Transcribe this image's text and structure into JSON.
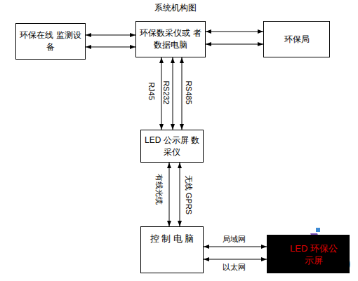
{
  "diagram": {
    "title": "系统机构图",
    "nodes": [
      {
        "text": [
          "环保在线 监测设备"
        ]
      },
      {
        "text": [
          "环保数采仪或 者数据电脑"
        ]
      },
      {
        "text": [
          "环保局"
        ]
      },
      {
        "text": [
          "LED 公示屏 数采仪"
        ]
      },
      {
        "text": [
          "控 制 电 脑"
        ]
      },
      {
        "text": [
          "LED 环保公示屏"
        ]
      }
    ],
    "edges": [
      {
        "from": 0,
        "to": 1,
        "arrow": "both"
      },
      {
        "from": 0,
        "to": 1,
        "arrow": "both"
      },
      {
        "from": 1,
        "to": 2,
        "arrow": "both"
      },
      {
        "from": 1,
        "to": 2,
        "arrow": "both"
      },
      {
        "from": 1,
        "to": 3,
        "label": "RJ45",
        "arrow": "both"
      },
      {
        "from": 1,
        "to": 3,
        "label": "RS232",
        "arrow": "both"
      },
      {
        "from": 1,
        "to": 3,
        "label": "RS485",
        "arrow": "both"
      },
      {
        "from": 3,
        "to": 4,
        "label": "有线光缆",
        "arrow": "both"
      },
      {
        "from": 3,
        "to": 4,
        "label": "无线 GPRS",
        "arrow": "both"
      },
      {
        "from": 4,
        "to": 5,
        "label": "局域网",
        "arrow": "both"
      },
      {
        "from": 4,
        "to": 5,
        "label": "以太网",
        "arrow": "both"
      }
    ]
  }
}
